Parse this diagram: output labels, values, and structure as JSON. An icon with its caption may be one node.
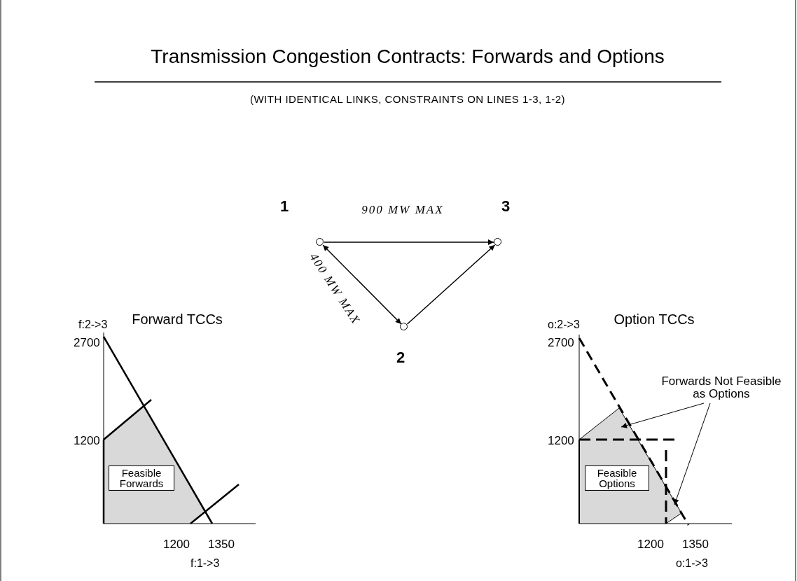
{
  "diagram": {
    "title": "Transmission Congestion Contracts: Forwards and Options",
    "nodes": [
      {
        "text": [],
        "shape": "circle",
        "beside": [
          "1"
        ]
      },
      {
        "text": [],
        "shape": "circle",
        "beside": [
          "3"
        ]
      },
      {
        "text": [],
        "shape": "circle",
        "beside": [
          "2"
        ]
      },
      {
        "text": [
          "Feasible Forwards"
        ]
      },
      {
        "text": [
          "Feasible Options"
        ]
      },
      {
        "text": [
          "Forwards Not Feasible as Options"
        ]
      }
    ],
    "edges": [
      {
        "from": 0,
        "to": 1,
        "arrow": "to",
        "label": "900 MW MAX"
      },
      {
        "from": 0,
        "to": 2,
        "arrow": "both",
        "label": "400 MW MAX"
      },
      {
        "from": 2,
        "to": 1,
        "arrow": "to"
      },
      {
        "from": 5,
        "to": null,
        "arrow": "to"
      },
      {
        "from": 5,
        "to": null,
        "arrow": "to"
      }
    ],
    "labels": [
      "(WITH IDENTICAL LINKS, CONSTRAINTS ON LINES 1-3, 1-2)",
      "Forward TCCs",
      "f:2->3",
      "2700",
      "1200",
      "1200",
      "1350",
      "f:1->3",
      "Option TCCs",
      "o:2->3",
      "2700",
      "1200",
      "1200",
      "1350",
      "o:1->3"
    ]
  }
}
